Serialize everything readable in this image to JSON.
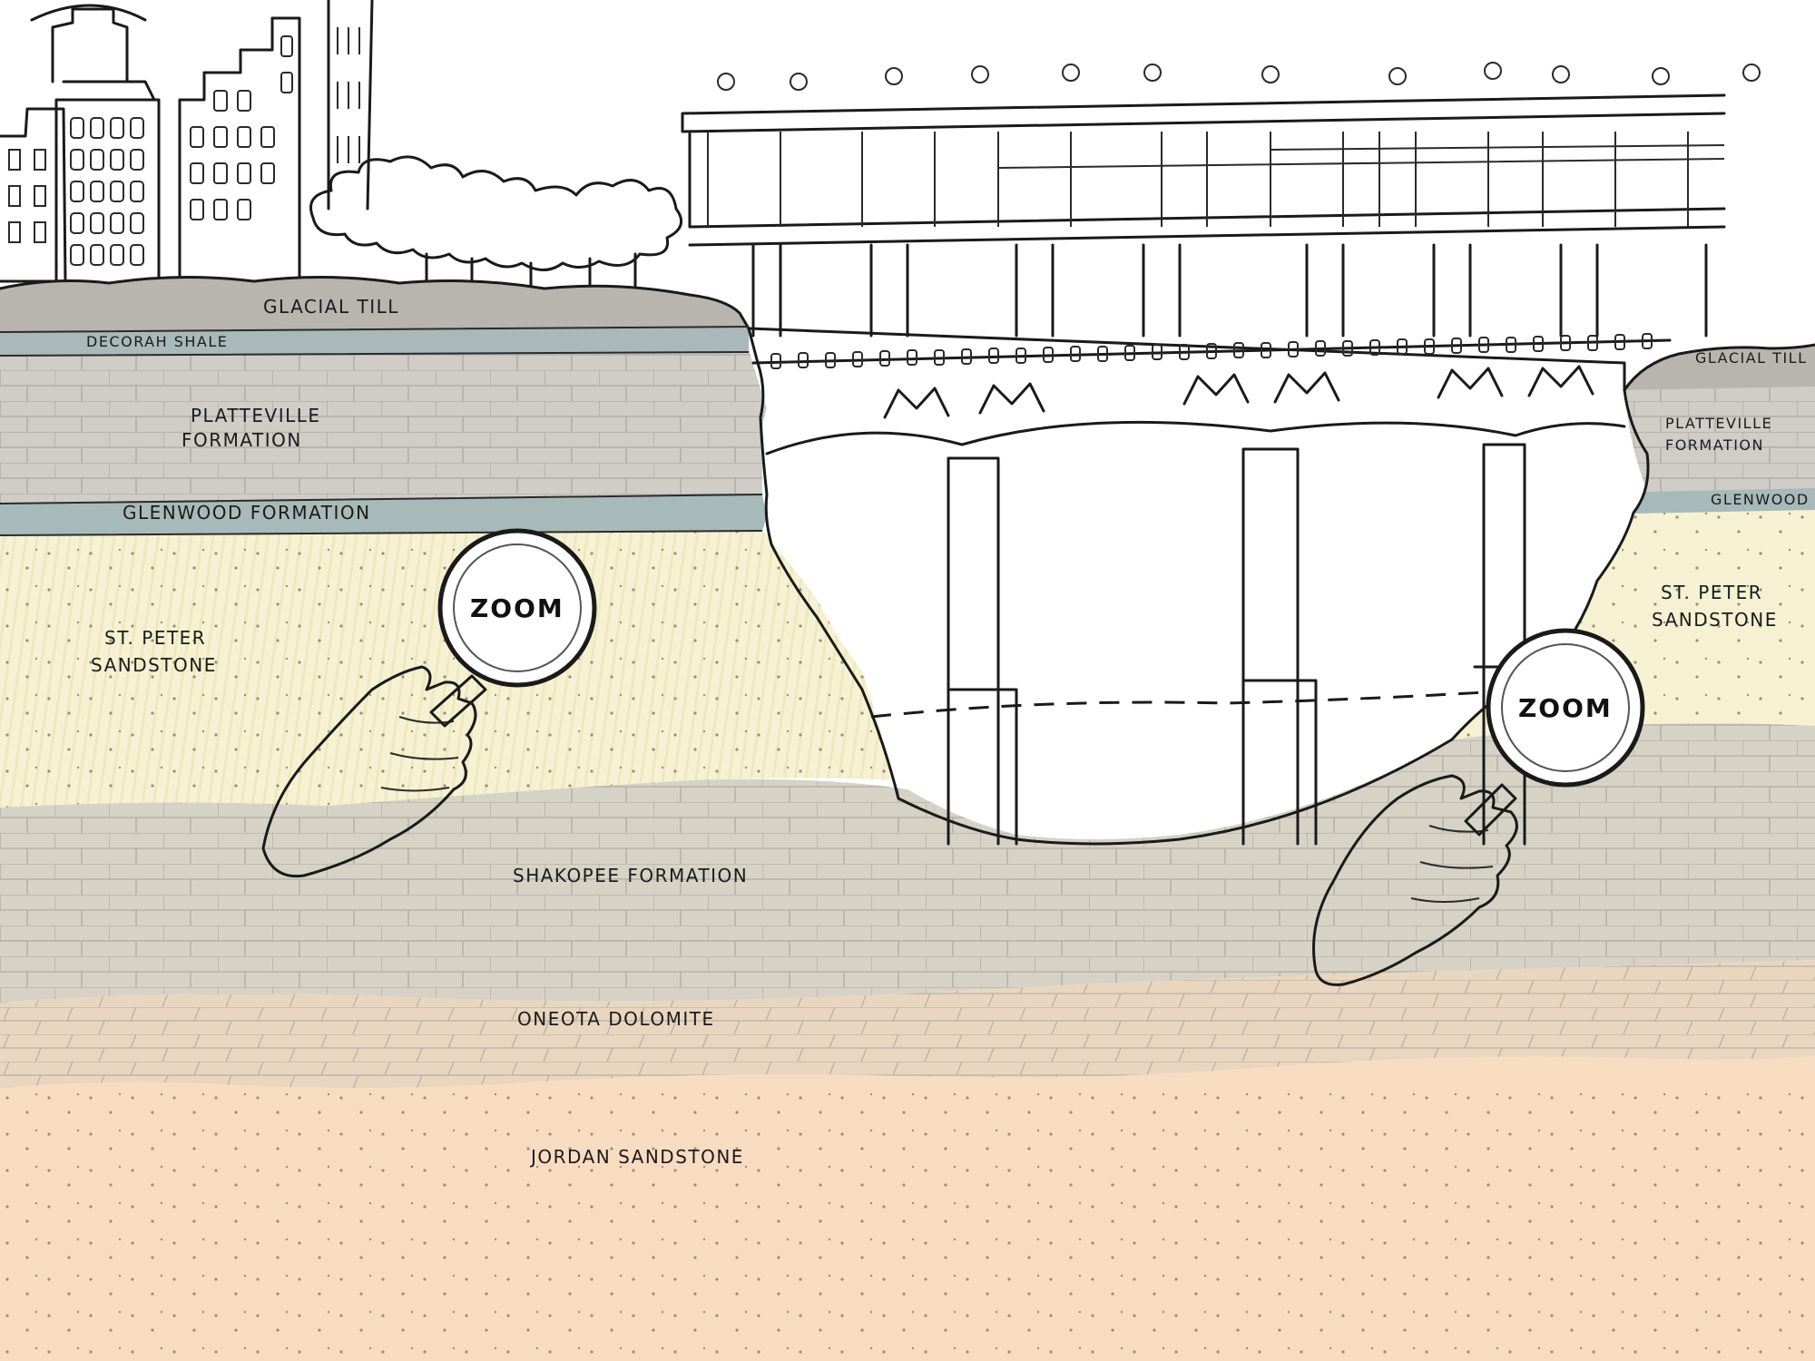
{
  "layers": {
    "glacial_till": "GLACIAL TILL",
    "decorah_shale": "DECORAH SHALE",
    "platteville_line1": "PLATTEVILLE",
    "platteville_line2": "FORMATION",
    "glenwood": "GLENWOOD FORMATION",
    "st_peter_line1": "ST. PETER",
    "st_peter_line2": "SANDSTONE",
    "shakopee": "SHAKOPEE FORMATION",
    "oneota": "ONEOTA DOLOMITE",
    "jordan": "JORDAN SANDSTONE"
  },
  "right_layers": {
    "glacial_till": "GLACIAL TILL",
    "platteville_line1": "PLATTEVILLE",
    "platteville_line2": "FORMATION",
    "glenwood": "GLENWOOD",
    "st_peter_line1": "ST. PETER",
    "st_peter_line2": "SANDSTONE"
  },
  "magnifiers": [
    {
      "label": "ZOOM"
    },
    {
      "label": "ZOOM"
    }
  ],
  "colors": {
    "glacial_till": "#b8b5ae",
    "decorah_shale": "#a9b8b8",
    "platteville": "#cfcdc6",
    "glenwood": "#a8b9b9",
    "st_peter": "#f6f1d2",
    "shakopee": "#d6d2c6",
    "oneota": "#e8d6bf",
    "jordan": "#f8dcc2",
    "ink": "#1a1a1a"
  }
}
